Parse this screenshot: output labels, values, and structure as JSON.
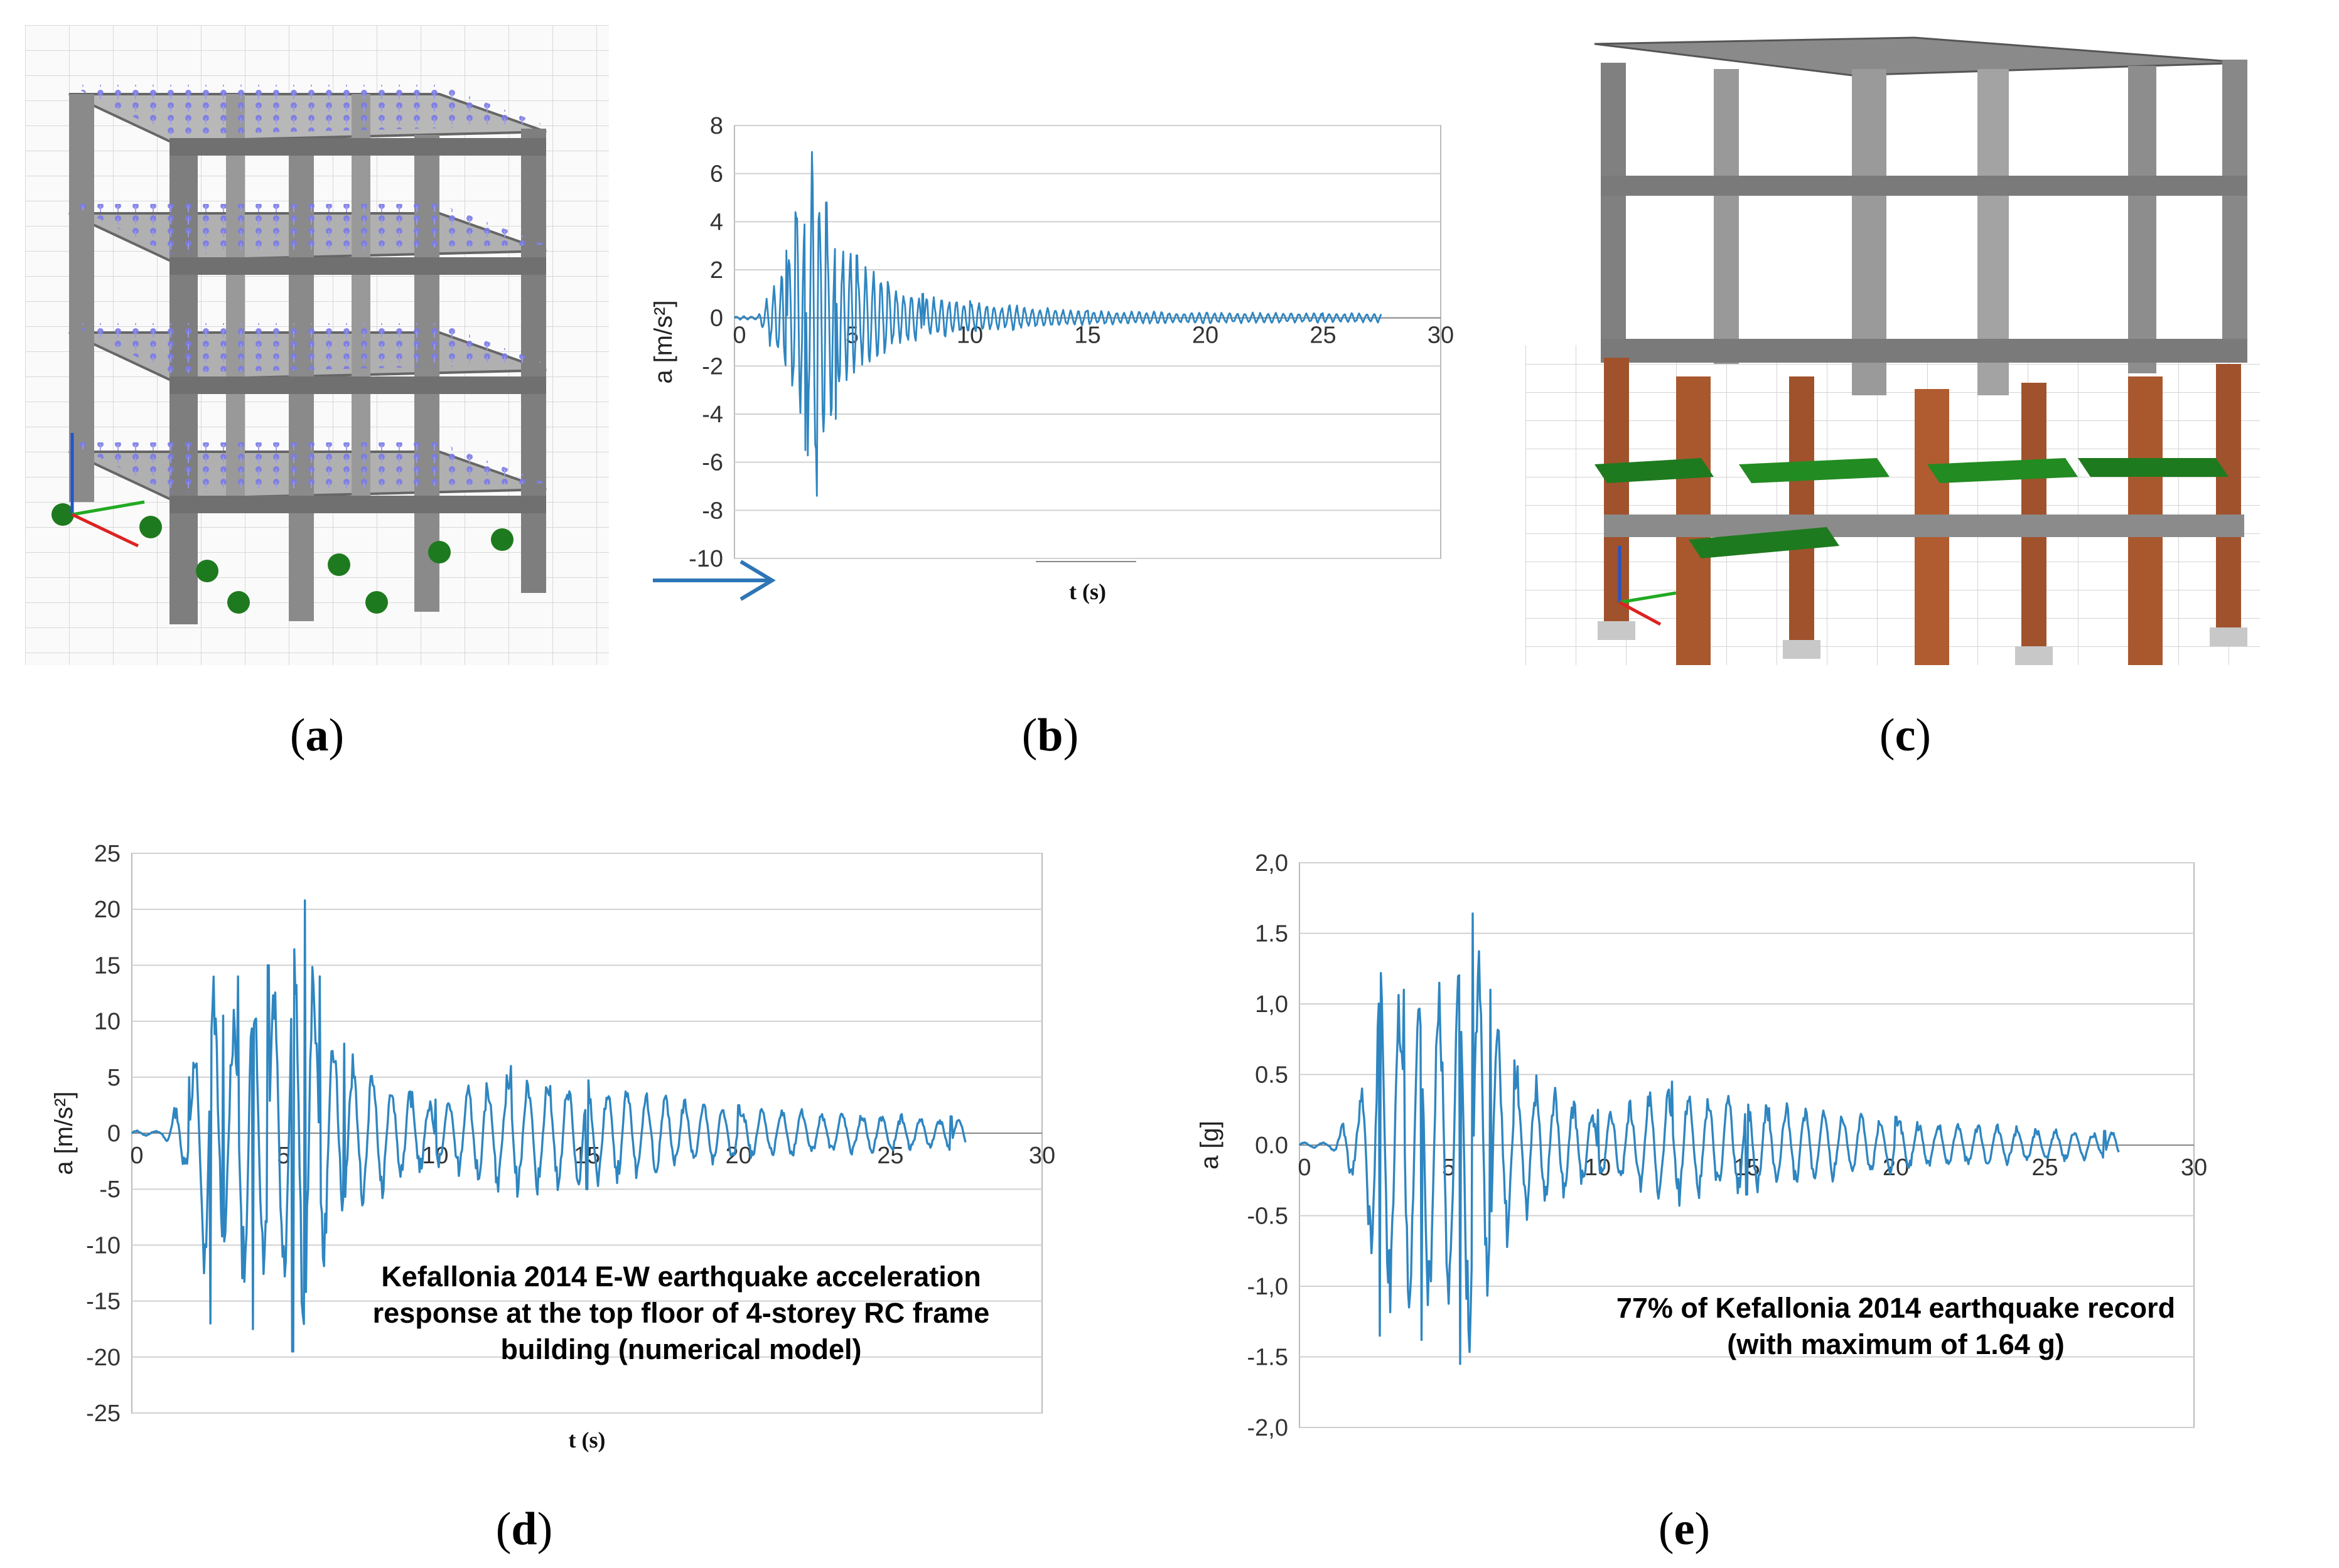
{
  "captions": {
    "a": "a",
    "b": "b",
    "c": "c",
    "d": "d",
    "e": "e"
  },
  "colors": {
    "series": "#2e86c1",
    "grid": "#d0d0d0",
    "beam_grey": "#8a8a8a",
    "column_brown": "#a0522d",
    "damper_green": "#1e7a1e",
    "node_blue": "#7070e0"
  },
  "chart_data": [
    {
      "id": "b",
      "type": "line",
      "xlabel": "t (s)",
      "ylabel": "a [m/s²]",
      "xlim": [
        0,
        30
      ],
      "ylim": [
        -10,
        8
      ],
      "xticks": [
        0,
        5,
        10,
        15,
        20,
        25,
        30
      ],
      "yticks": [
        -10,
        -8,
        -6,
        -4,
        -2,
        0,
        2,
        4,
        6,
        8
      ],
      "grid": "horizontal",
      "x_range": [
        0,
        27.5
      ],
      "peaks": [
        [
          2.2,
          2.8
        ],
        [
          2.6,
          4.4
        ],
        [
          3.0,
          -5.5
        ],
        [
          3.3,
          6.9
        ],
        [
          3.5,
          -7.4
        ],
        [
          3.9,
          4.8
        ],
        [
          4.3,
          -4.2
        ],
        [
          5.2,
          2.6
        ],
        [
          6.5,
          1.5
        ],
        [
          8.0,
          1.0
        ],
        [
          10.0,
          0.7
        ],
        [
          15.0,
          0.3
        ],
        [
          25.0,
          0.2
        ]
      ],
      "annotation": "",
      "arrow": true
    },
    {
      "id": "d",
      "type": "line",
      "xlabel": "t (s)",
      "ylabel": "a [m/s²]",
      "xlim": [
        0,
        30
      ],
      "ylim": [
        -25,
        25
      ],
      "xticks": [
        0,
        5,
        10,
        15,
        20,
        25,
        30
      ],
      "yticks": [
        -25,
        -20,
        -15,
        -10,
        -5,
        0,
        5,
        10,
        15,
        20,
        25
      ],
      "grid": "horizontal",
      "x_range": [
        0,
        27.5
      ],
      "peaks": [
        [
          1.9,
          5.0
        ],
        [
          2.6,
          -17.0
        ],
        [
          3.0,
          10.5
        ],
        [
          3.5,
          14.0
        ],
        [
          4.0,
          -17.5
        ],
        [
          4.5,
          15.0
        ],
        [
          5.3,
          -19.5
        ],
        [
          5.7,
          20.8
        ],
        [
          6.2,
          14.0
        ],
        [
          7.0,
          8.0
        ],
        [
          10.0,
          3.0
        ],
        [
          12.5,
          6.0
        ],
        [
          15.0,
          -5.0
        ],
        [
          20.0,
          2.5
        ],
        [
          27.0,
          1.5
        ]
      ],
      "annotation": [
        "Kefallonia 2014 E-W earthquake acceleration",
        "response at the top floor of 4-storey RC frame",
        "building (numerical model)"
      ]
    },
    {
      "id": "e",
      "type": "line",
      "xlabel": "",
      "ylabel": "a [g]",
      "xlim": [
        0,
        30
      ],
      "ylim": [
        -2.0,
        2.0
      ],
      "xticks": [
        0,
        5,
        10,
        15,
        20,
        25,
        30
      ],
      "yticks": [
        "2,0",
        "1.5",
        "1,0",
        "0.5",
        "0.0",
        "-0.5",
        "-1,0",
        "-1.5",
        "-2,0"
      ],
      "ytick_values": [
        2.0,
        1.5,
        1.0,
        0.5,
        0.0,
        -0.5,
        -1.0,
        -1.5,
        -2.0
      ],
      "grid": "horizontal",
      "x_range": [
        0,
        27.5
      ],
      "peaks": [
        [
          2.1,
          0.4
        ],
        [
          2.7,
          -1.35
        ],
        [
          3.5,
          1.1
        ],
        [
          4.1,
          -1.38
        ],
        [
          4.7,
          1.15
        ],
        [
          5.4,
          -1.55
        ],
        [
          5.8,
          1.64
        ],
        [
          6.4,
          1.1
        ],
        [
          7.2,
          0.6
        ],
        [
          10.0,
          0.25
        ],
        [
          12.5,
          0.45
        ],
        [
          15.0,
          -0.35
        ],
        [
          20.0,
          0.2
        ],
        [
          27.0,
          0.1
        ]
      ],
      "annotation": [
        "77% of Kefallonia 2014 earthquake record",
        "(with maximum of 1.64 g)"
      ]
    }
  ]
}
